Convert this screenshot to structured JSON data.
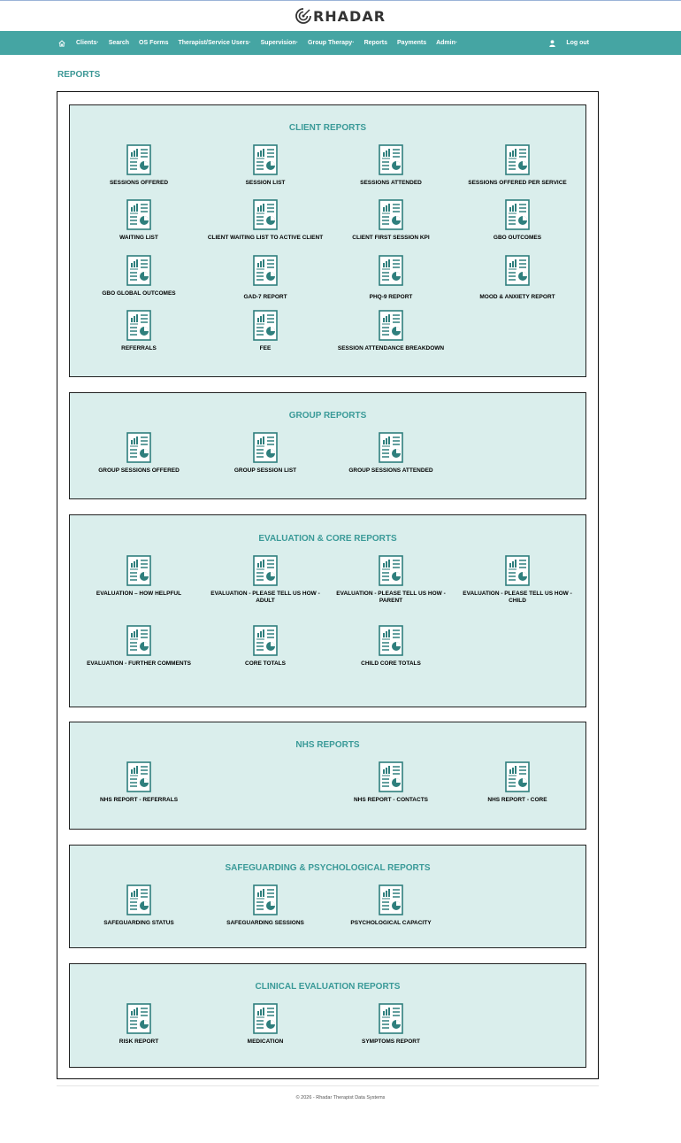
{
  "app": {
    "logo_text": "RHADAR"
  },
  "nav": {
    "items": [
      {
        "id": "clients",
        "label": "Clients"
      },
      {
        "id": "search",
        "label": "Search"
      },
      {
        "id": "os-forms",
        "label": "OS Forms"
      },
      {
        "id": "therapist",
        "label": "Therapist/Service Users"
      },
      {
        "id": "supervision",
        "label": "Supervision"
      },
      {
        "id": "group-therapy",
        "label": "Group Therapy"
      },
      {
        "id": "reports",
        "label": "Reports"
      },
      {
        "id": "payments",
        "label": "Payments"
      },
      {
        "id": "admin",
        "label": "Admin"
      }
    ],
    "logout_label": "Log out"
  },
  "page": {
    "title": "REPORTS"
  },
  "sections": {
    "client": {
      "title": "CLIENT REPORTS",
      "items": [
        "SESSIONS OFFERED",
        "SESSION LIST",
        "SESSIONS ATTENDED",
        "SESSIONS OFFERED PER SERVICE",
        "WAITING LIST",
        "CLIENT WAITING LIST TO ACTIVE CLIENT",
        "CLIENT FIRST SESSION KPI",
        "GBO OUTCOMES",
        "GBO GLOBAL OUTCOMES",
        "GAD-7 REPORT",
        "PHQ-9 REPORT",
        "MOOD & ANXIETY REPORT",
        "REFERRALS",
        "FEE",
        "SESSION ATTENDANCE BREAKDOWN"
      ]
    },
    "group": {
      "title": "GROUP REPORTS",
      "items": [
        "GROUP SESSIONS OFFERED",
        "GROUP SESSION LIST",
        "GROUP SESSIONS ATTENDED"
      ]
    },
    "evaluation": {
      "title": "EVALUATION & CORE REPORTS",
      "items": [
        "EVALUATION – HOW HELPFUL",
        "EVALUATION - PLEASE TELL US HOW - ADULT",
        "EVALUATION - PLEASE TELL US HOW - PARENT",
        "EVALUATION - PLEASE TELL US HOW - CHILD",
        "EVALUATION - FURTHER COMMENTS",
        "CORE TOTALS",
        "CHILD CORE TOTALS"
      ]
    },
    "nhs": {
      "title": "NHS REPORTS",
      "items": [
        "NHS REPORT - REFERRALS",
        "NHS REPORT - CONTACTS",
        "NHS REPORT - CORE"
      ]
    },
    "safeguarding": {
      "title": "SAFEGUARDING & PSYCHOLOGICAL REPORTS",
      "items": [
        "SAFEGUARDING STATUS",
        "SAFEGUARDING SESSIONS",
        "PSYCHOLOGICAL CAPACITY"
      ]
    },
    "clinical": {
      "title": "CLINICAL EVALUATION REPORTS",
      "items": [
        "RISK REPORT",
        "MEDICATION",
        "SYMPTOMS REPORT"
      ]
    }
  },
  "footer": {
    "text": "© 2026 - Rhadar Therapist Data Systems"
  },
  "colors": {
    "accent": "#45a5a3",
    "section_bg": "#daeeec",
    "title": "#3a9a98"
  }
}
